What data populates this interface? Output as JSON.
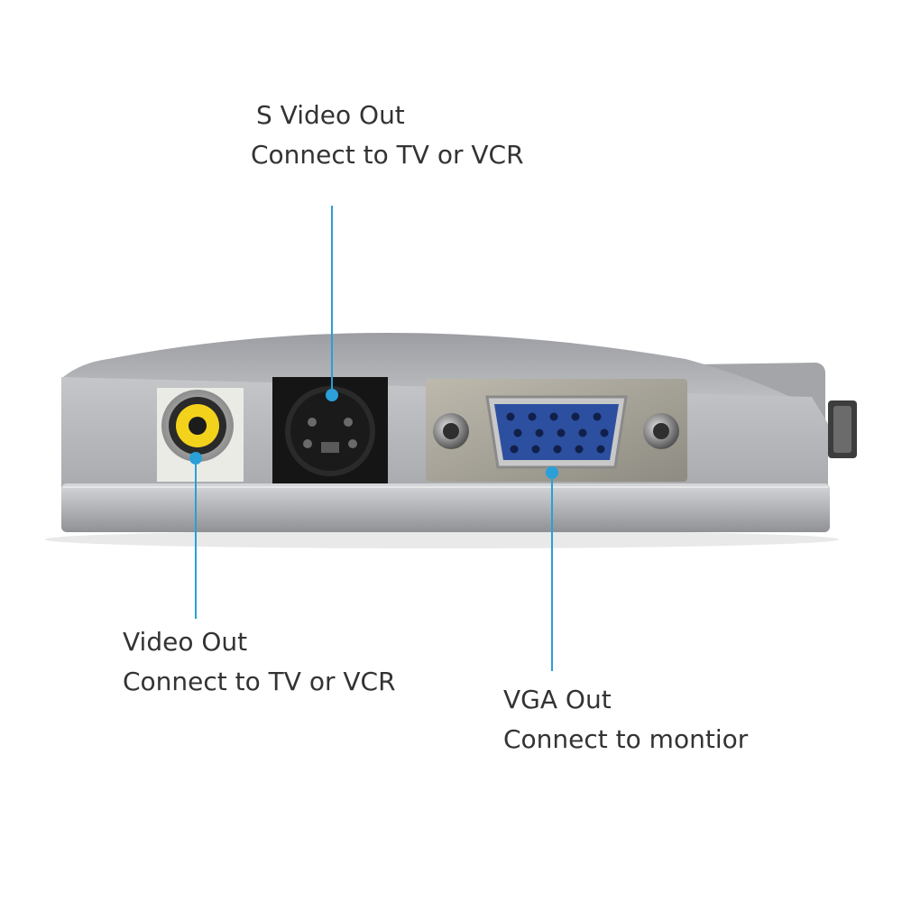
{
  "callouts": {
    "svideo": {
      "title": "S Video Out",
      "subtitle": "Connect to TV or VCR"
    },
    "video": {
      "title": "Video Out",
      "subtitle": "Connect to TV or VCR"
    },
    "vga": {
      "title": "VGA Out",
      "subtitle": "Connect to montior"
    }
  },
  "colors": {
    "leader_line": "#2a9fd8",
    "label_text": "#333333",
    "housing": "#b9bbbf",
    "rca_center": "#f3d21c",
    "vga_blue": "#2d4fa0"
  }
}
